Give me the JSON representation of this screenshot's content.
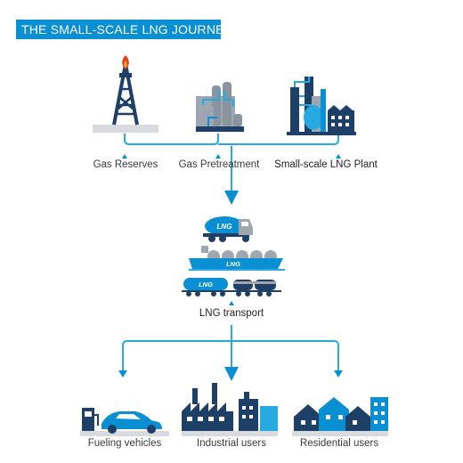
{
  "title": "THE SMALL-SCALE LNG JOURNEY",
  "colors": {
    "accent": "#0b8fd3",
    "dark": "#1e3f66",
    "gray": "#9ea7b0",
    "line": "#27a9e1"
  },
  "stages": {
    "gas_reserves": "Gas Reserves",
    "gas_pretreatment": "Gas Pretreatment",
    "lng_plant": "Small-scale LNG Plant",
    "lng_transport": "LNG transport",
    "fueling_vehicles": "Fueling vehicles",
    "industrial_users": "Industrial users",
    "residential_users": "Residential users"
  },
  "vehicle_labels": {
    "truck": "LNG",
    "ship": "LNG",
    "train": "LNG"
  },
  "icons": [
    "oil-rig-icon",
    "pretreatment-tanks-icon",
    "lng-plant-icon",
    "lng-truck-icon",
    "lng-ship-icon",
    "lng-train-icon",
    "fuel-pump-car-icon",
    "factory-icon",
    "houses-icon"
  ]
}
